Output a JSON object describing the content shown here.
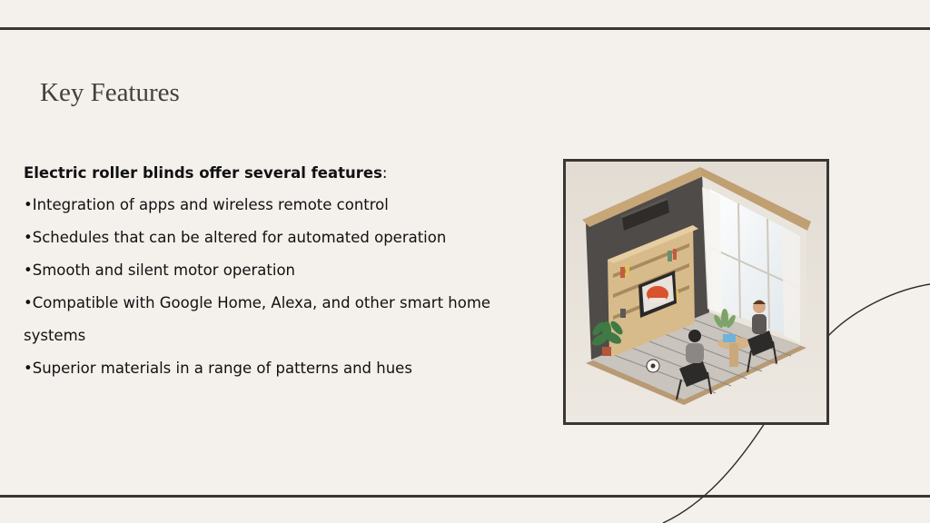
{
  "slide": {
    "title": "Key Features",
    "intro_bold": "Electric roller blinds offer several features",
    "intro_colon": ":",
    "bullets": [
      "•Integration of apps and wireless remote control",
      "•Schedules that can be altered for automated operation",
      "•Smooth and silent motor operation",
      "•Compatible with Google Home, Alexa, and other smart home",
      "systems",
      "•Superior materials in a range of patterns and hues"
    ]
  },
  "colors": {
    "background": "#f4f0ec",
    "rule": "#3a3633",
    "title": "#44403d",
    "body_text": "#111111"
  },
  "image": {
    "icon": "isometric-smart-room-illustration"
  }
}
